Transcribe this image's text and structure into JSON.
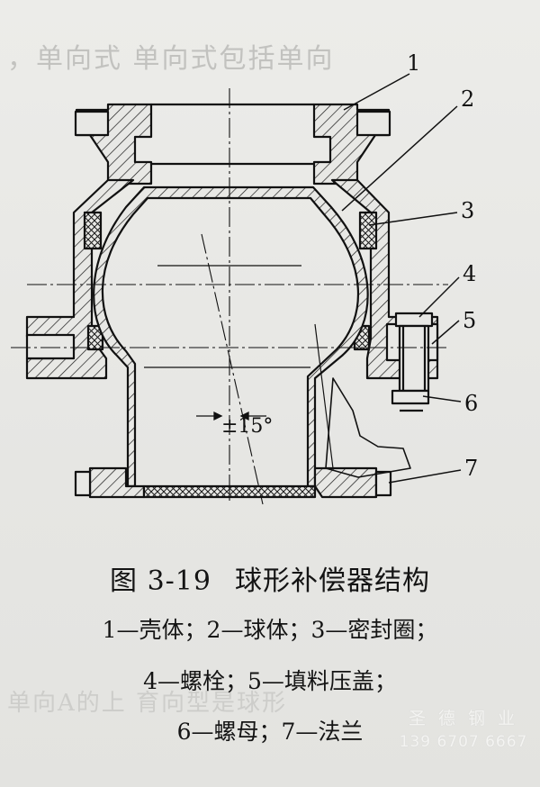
{
  "figure": {
    "number": "图 3-19",
    "title": "球形补偿器结构",
    "legend_lines": [
      "1—壳体；2—球体；3—密封圈；",
      "4—螺栓；5—填料压盖；",
      "6—螺母；7—法兰"
    ]
  },
  "callouts": [
    "1",
    "2",
    "3",
    "4",
    "5",
    "6",
    "7"
  ],
  "angle_label": "±15°",
  "background_text": {
    "top": "，单向式  单向式包括单向",
    "bottom": "单向A的上  育向型是球形"
  },
  "watermark": {
    "company": "圣 德 钢 业",
    "phone": "139 6707 6667"
  }
}
